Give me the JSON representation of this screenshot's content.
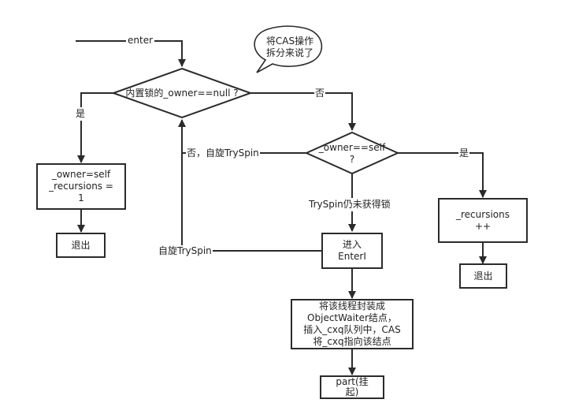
{
  "diagram": {
    "start_edge_label": "enter",
    "note_bubble": [
      "将CAS操作",
      "拆分来说了"
    ],
    "decision_owner_null": "内置锁的_owner==null ?",
    "branch_yes_1": "是",
    "branch_no_1": "否",
    "set_owner_box": [
      "_owner=self",
      "_recursions =",
      "1"
    ],
    "exit_1": "退出",
    "decision_owner_self": [
      "_owner==self",
      "?"
    ],
    "branch_no_spin": "否，自旋TrySpin",
    "branch_yes_2": "是",
    "recursions_box": [
      "_recursions",
      "++"
    ],
    "exit_2": "退出",
    "tryspin_fail_label": "TrySpin仍未获得锁",
    "enter_box": [
      "进入",
      "EnterI"
    ],
    "spin_back_label": "自旋TrySpin",
    "wrap_box": [
      "将该线程封装成",
      "ObjectWaiter结点，",
      "插入_cxq队列中，CAS",
      "将_cxq指向该结点"
    ],
    "park_box": [
      "part(挂",
      "起)"
    ]
  }
}
